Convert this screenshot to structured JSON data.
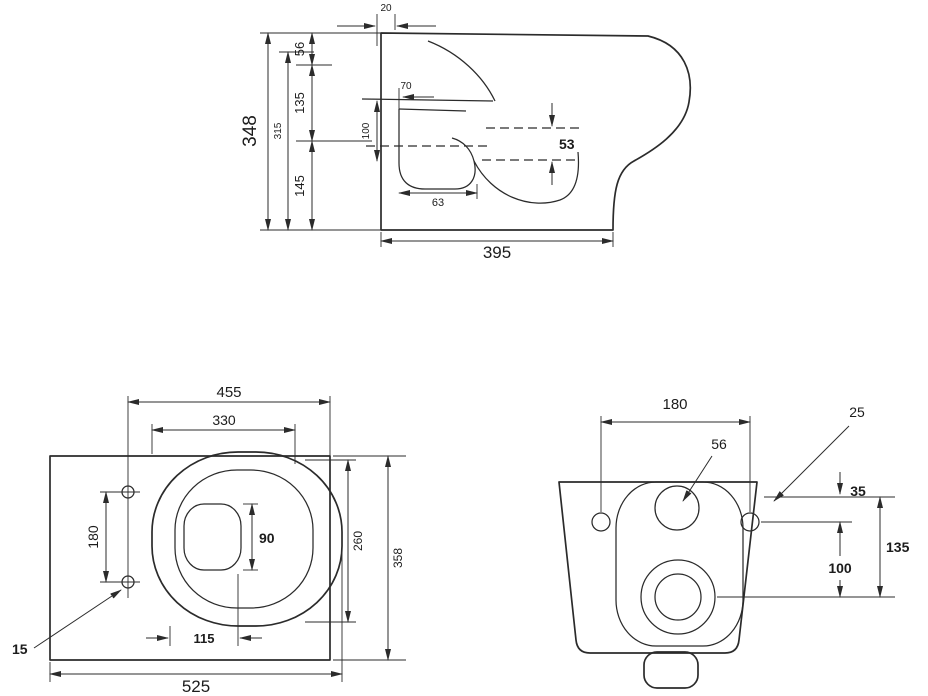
{
  "side_view": {
    "overall_height": "348",
    "height_inner": "315",
    "seg_top": "56",
    "seg_mid": "135",
    "seg_bottom": "145",
    "wall_gap": "20",
    "inlet_width": "70",
    "inlet_height": "100",
    "water_seal": "53",
    "trap_length": "63",
    "overall_depth": "395"
  },
  "top_view": {
    "length_to_mount": "455",
    "bowl_length": "330",
    "mount_hole_spacing": "180",
    "water_spot_height": "90",
    "bowl_width": "260",
    "overall_width": "358",
    "spot_offset": "115",
    "mount_hole_dia": "15",
    "overall_length": "525"
  },
  "rear_view": {
    "mount_hole_spacing": "180",
    "inlet_dia": "56",
    "mount_hole_dia": "25",
    "edge_to_holes": "35",
    "holes_to_outlet": "100",
    "edge_to_outlet": "135"
  }
}
